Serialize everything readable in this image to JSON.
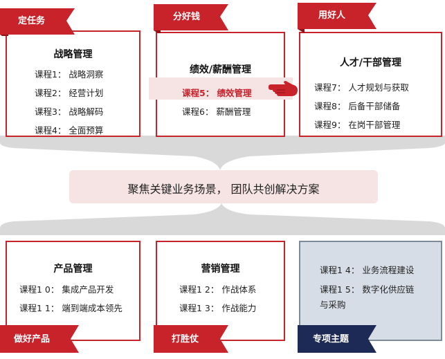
{
  "top": [
    {
      "tag": "定任务",
      "title": "战略管理",
      "items": [
        "课程1： 战略洞察",
        "课程2： 经营计划",
        "课程3： 战略解码",
        "课程4： 全面预算"
      ]
    },
    {
      "tag": "分好钱",
      "title": "绩效/薪酬管理",
      "items": [
        "课程5： 绩效管理",
        "课程6： 薪酬管理"
      ]
    },
    {
      "tag": "用好人",
      "title": "人才/干部管理",
      "items": [
        "课程7： 人才规划与获取",
        "课程8： 后备干部储备",
        "课程9： 在岗干部管理"
      ]
    }
  ],
  "center": "聚焦关键业务场景，  团队共创解决方案",
  "bottom": [
    {
      "tag": "做好产品",
      "title": "产品管理",
      "items": [
        "课程1 0： 集成产品开发",
        "课程1 1： 端到端成本领先"
      ]
    },
    {
      "tag": "打胜仗",
      "title": "营销管理",
      "items": [
        "课程1 2： 作战体系",
        "课程1 3： 作战能力"
      ]
    },
    {
      "tag": "专项主题",
      "title": "",
      "items": [
        "课程1 4： 业务流程建设",
        "课程1 5： 数字化供应链",
        "与采购"
      ]
    }
  ],
  "colors": {
    "red": "#c8222b",
    "navy": "#1d2a56",
    "band": "#d8d8d8",
    "highlight": "#f6e3e3"
  }
}
